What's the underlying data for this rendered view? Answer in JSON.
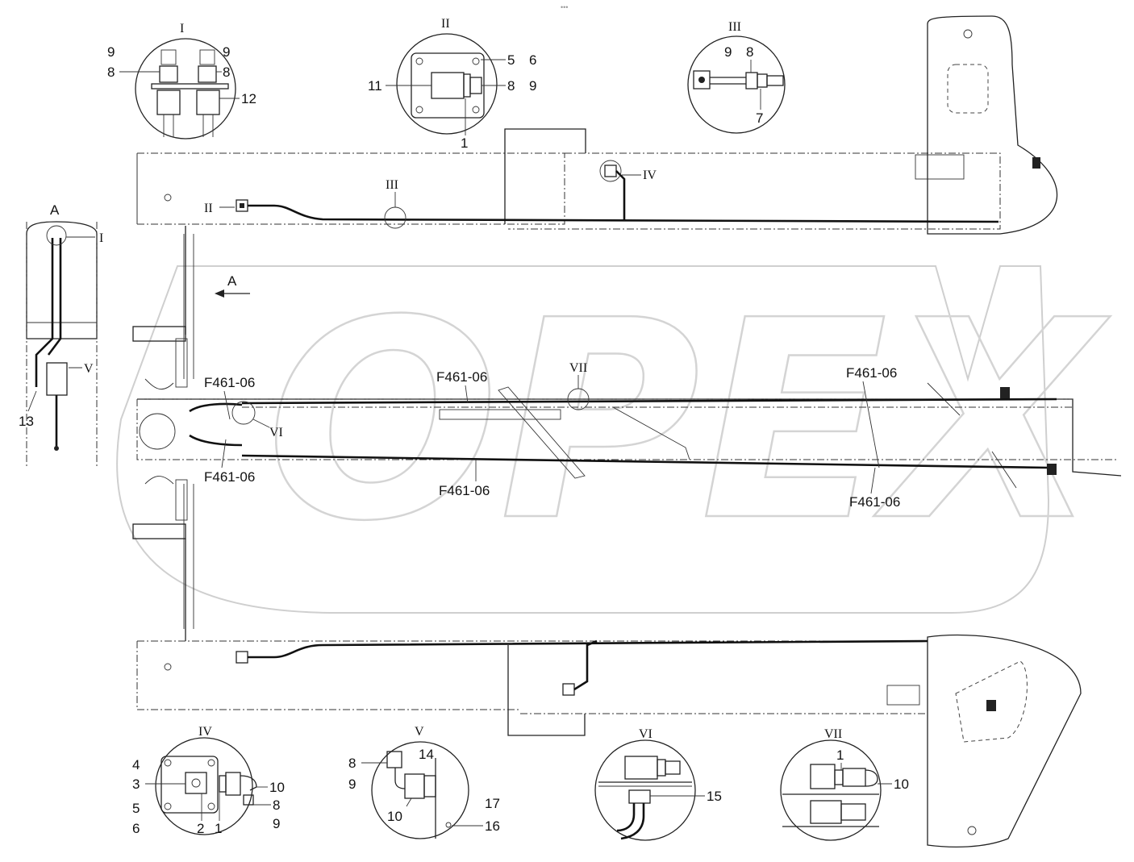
{
  "watermark": "OPEX",
  "top_mark": "•••",
  "details": {
    "I": {
      "roman": "I",
      "labels": [
        "9",
        "8",
        "9",
        "8",
        "12"
      ]
    },
    "II": {
      "roman": "II",
      "labels": [
        "5",
        "6",
        "11",
        "8",
        "9",
        "1"
      ]
    },
    "III": {
      "roman": "III",
      "labels": [
        "9",
        "8",
        "7"
      ]
    },
    "IV": {
      "roman": "IV",
      "labels": [
        "4",
        "3",
        "5",
        "6",
        "2",
        "1",
        "10",
        "8",
        "9"
      ]
    },
    "V": {
      "roman": "V",
      "labels": [
        "8",
        "9",
        "14",
        "10",
        "17",
        "16"
      ]
    },
    "VI": {
      "roman": "VI",
      "labels": [
        "15"
      ]
    },
    "VII": {
      "roman": "VII",
      "labels": [
        "1",
        "10"
      ]
    }
  },
  "view_a": {
    "title": "A",
    "callout_I": "I",
    "callout_V": "V",
    "item_13": "13"
  },
  "main": {
    "callout_II": "II",
    "callout_III": "III",
    "callout_IV": "IV",
    "callout_VI": "VI",
    "callout_VII": "VII",
    "arrow_A": "A",
    "hose_labels": [
      "F461-06",
      "F461-06",
      "F461-06",
      "F461-06",
      "F461-06",
      "F461-06"
    ]
  }
}
